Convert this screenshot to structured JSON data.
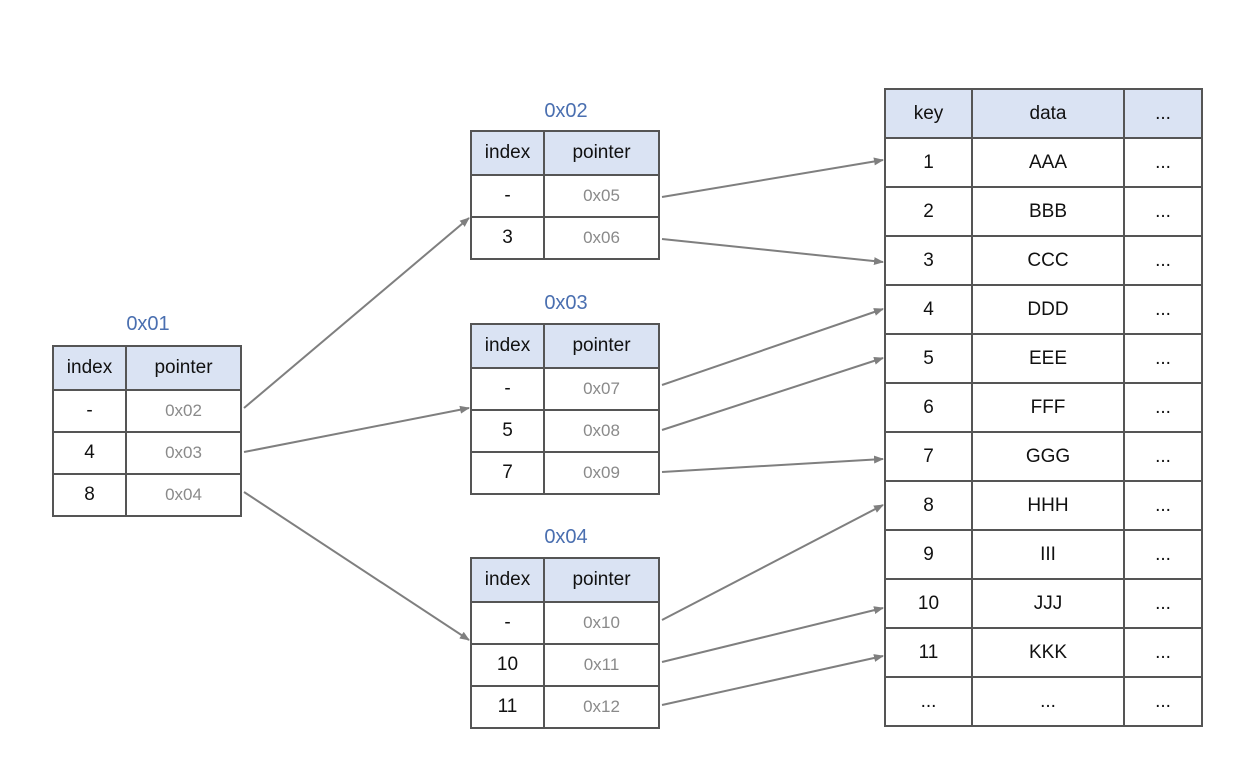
{
  "nodes": [
    {
      "id": "0x01",
      "title": "0x01",
      "headers": [
        "index",
        "pointer"
      ],
      "rows": [
        {
          "index": "-",
          "pointer": "0x02"
        },
        {
          "index": "4",
          "pointer": "0x03"
        },
        {
          "index": "8",
          "pointer": "0x04"
        }
      ]
    },
    {
      "id": "0x02",
      "title": "0x02",
      "headers": [
        "index",
        "pointer"
      ],
      "rows": [
        {
          "index": "-",
          "pointer": "0x05"
        },
        {
          "index": "3",
          "pointer": "0x06"
        }
      ]
    },
    {
      "id": "0x03",
      "title": "0x03",
      "headers": [
        "index",
        "pointer"
      ],
      "rows": [
        {
          "index": "-",
          "pointer": "0x07"
        },
        {
          "index": "5",
          "pointer": "0x08"
        },
        {
          "index": "7",
          "pointer": "0x09"
        }
      ]
    },
    {
      "id": "0x04",
      "title": "0x04",
      "headers": [
        "index",
        "pointer"
      ],
      "rows": [
        {
          "index": "-",
          "pointer": "0x10"
        },
        {
          "index": "10",
          "pointer": "0x11"
        },
        {
          "index": "11",
          "pointer": "0x12"
        }
      ]
    }
  ],
  "records": {
    "headers": [
      "key",
      "data",
      "..."
    ],
    "rows": [
      [
        "1",
        "AAA",
        "..."
      ],
      [
        "2",
        "BBB",
        "..."
      ],
      [
        "3",
        "CCC",
        "..."
      ],
      [
        "4",
        "DDD",
        "..."
      ],
      [
        "5",
        "EEE",
        "..."
      ],
      [
        "6",
        "FFF",
        "..."
      ],
      [
        "7",
        "GGG",
        "..."
      ],
      [
        "8",
        "HHH",
        "..."
      ],
      [
        "9",
        "III",
        "..."
      ],
      [
        "10",
        "JJJ",
        "..."
      ],
      [
        "11",
        "KKK",
        "..."
      ],
      [
        "...",
        "...",
        "..."
      ]
    ]
  },
  "arrow_color": "#7f7f7f",
  "header_color": "#dae3f3",
  "title_color": "#4a6fb0"
}
